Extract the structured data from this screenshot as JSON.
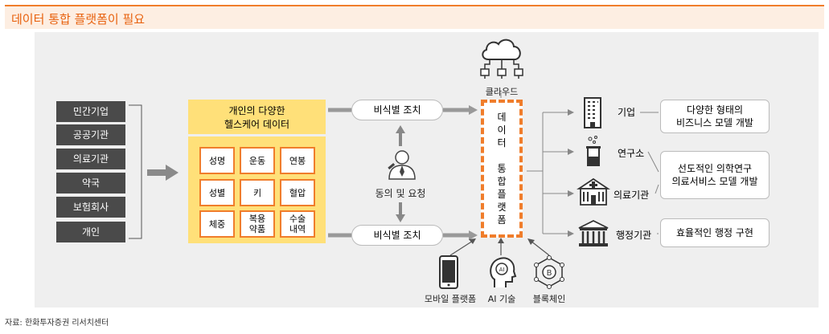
{
  "title": "데이터 통합 플랫폼이 필요",
  "sources": [
    "민간기업",
    "공공기관",
    "의료기관",
    "약국",
    "보험회사",
    "개인"
  ],
  "data_box": {
    "header_line1": "개인의 다양한",
    "header_line2": "헬스케어 데이터",
    "cells": [
      [
        "성명",
        "운동",
        "연봉"
      ],
      [
        "성별",
        "키",
        "혈압"
      ],
      [
        "체중",
        "복용\n약품",
        "수술\n내역"
      ]
    ]
  },
  "process": {
    "deidentify_top": "비식별 조치",
    "consent": "동의 및 요청",
    "deidentify_bottom": "비식별 조치"
  },
  "cloud_label": "클라우드",
  "platform_chars": [
    "데",
    "이",
    "터",
    "",
    "통",
    "합",
    "플",
    "랫",
    "폼"
  ],
  "bottom_inputs": [
    "모바일 플랫폼",
    "AI 기술",
    "블록체인"
  ],
  "destinations": [
    {
      "name": "기업",
      "icon": "building-icon"
    },
    {
      "name": "연구소",
      "icon": "lab-flask-icon"
    },
    {
      "name": "의료기관",
      "icon": "hospital-icon"
    },
    {
      "name": "행정기관",
      "icon": "government-icon"
    }
  ],
  "outcomes": [
    "다양한 형태의\n비즈니스 모델 개발",
    "선도적인 의학연구\n의료서비스 모델 개발",
    "효율적인 행정 구현"
  ],
  "source_note": "자료: 한화투자증권 리서치센터",
  "colors": {
    "accent": "#f07d2b",
    "dark": "#4a4a4a",
    "yellow": "#ffe079",
    "panel": "#efefef"
  }
}
